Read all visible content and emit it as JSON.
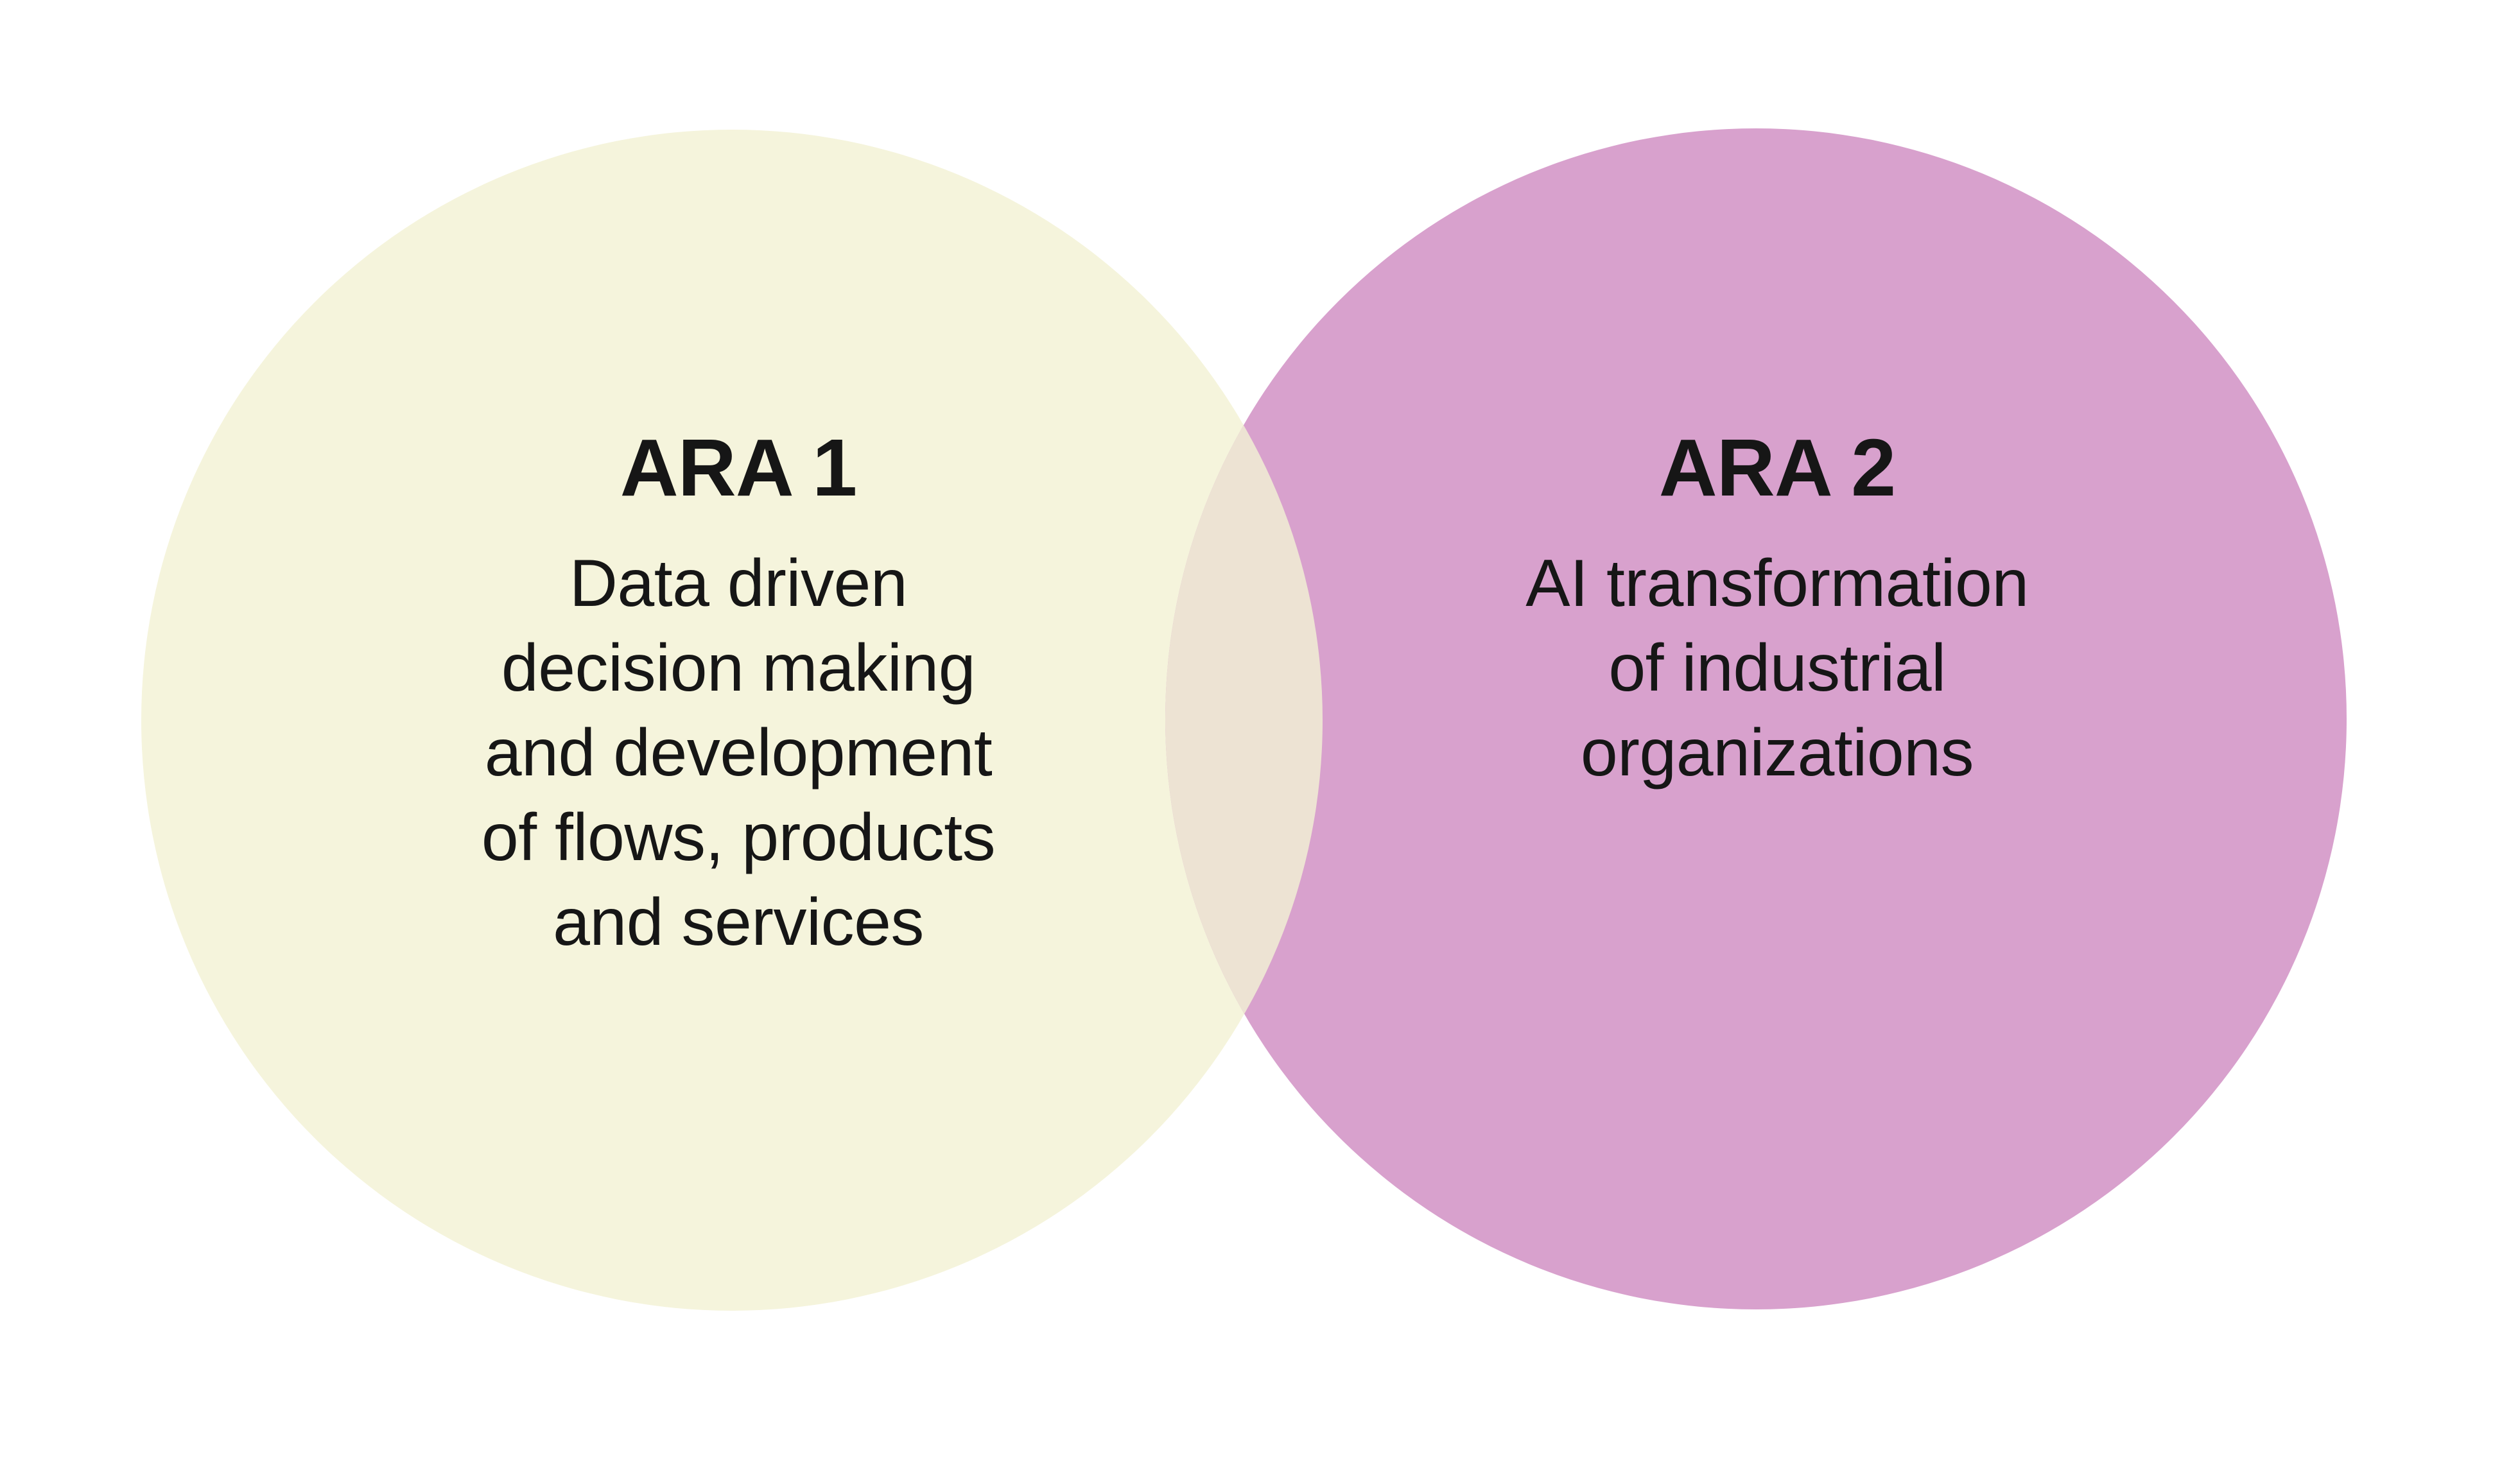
{
  "diagram": {
    "background_color": "#ffffff",
    "text_color": "#161616",
    "left": {
      "title": "ARA 1",
      "lines": [
        "Data driven",
        "decision making",
        "and development",
        "of flows, products",
        "and services"
      ],
      "color": "#f5f4dc"
    },
    "right": {
      "title": "ARA 2",
      "lines": [
        "AI transformation",
        "of industrial",
        "organizations"
      ],
      "color": "#d8a1cd"
    },
    "overlap_color": "#ede3d3"
  }
}
